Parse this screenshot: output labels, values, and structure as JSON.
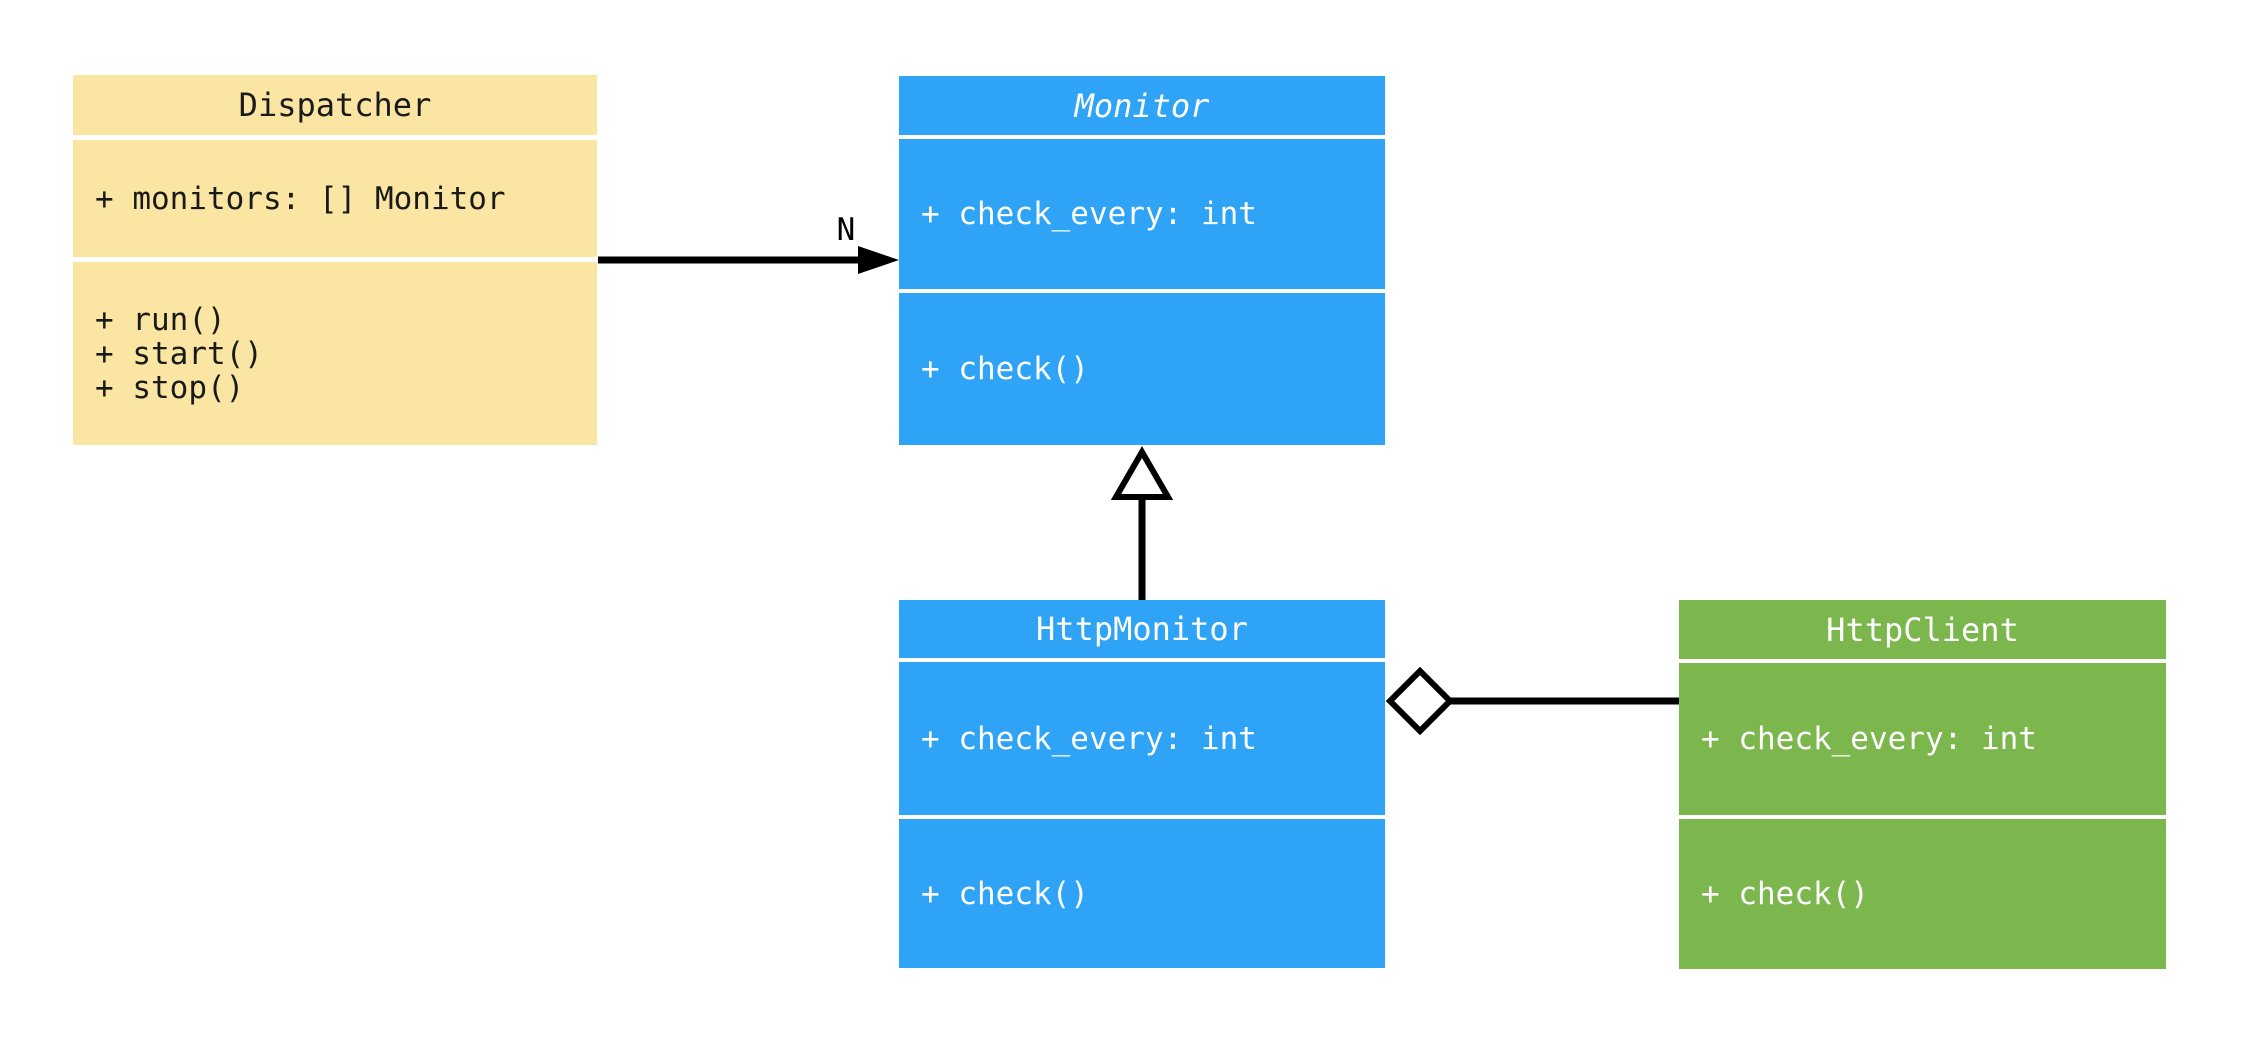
{
  "diagram": {
    "kind": "uml-class-diagram",
    "background_color": "#FFFFFF",
    "connector_color": "#000000"
  },
  "palette": {
    "dispatcher_fill": "#FAE5A2",
    "monitor_fill": "#2FA4F7",
    "http_client_fill": "#7BB74D",
    "text_on_light": "#1A1A1A",
    "text_on_dark": "#FFFFFF"
  },
  "classes": [
    {
      "name": "Dispatcher",
      "abstract": false,
      "fill_color": "#FAE5A2",
      "text_color": "#1A1A1A",
      "attributes": [
        "+ monitors: [] Monitor"
      ],
      "methods": [
        "+ run()",
        "+ start()",
        "+ stop()"
      ]
    },
    {
      "name": "Monitor",
      "abstract": true,
      "fill_color": "#2FA4F7",
      "text_color": "#FFFFFF",
      "attributes": [
        "+ check_every: int"
      ],
      "methods": [
        "+ check()"
      ]
    },
    {
      "name": "HttpMonitor",
      "abstract": false,
      "fill_color": "#2FA4F7",
      "text_color": "#FFFFFF",
      "attributes": [
        "+ check_every: int"
      ],
      "methods": [
        "+ check()"
      ]
    },
    {
      "name": "HttpClient",
      "abstract": false,
      "fill_color": "#7BB74D",
      "text_color": "#FFFFFF",
      "attributes": [
        "+ check_every: int"
      ],
      "methods": [
        "+ check()"
      ]
    }
  ],
  "relationships": [
    {
      "type": "directed-association",
      "from": "Dispatcher",
      "to": "Monitor",
      "label": "N",
      "arrowhead": "filled-arrow"
    },
    {
      "type": "generalization",
      "from": "HttpMonitor",
      "to": "Monitor",
      "label": "",
      "arrowhead": "hollow-triangle"
    },
    {
      "type": "aggregation",
      "from": "HttpMonitor",
      "to": "HttpClient",
      "label": "",
      "arrowhead": "hollow-diamond"
    }
  ]
}
